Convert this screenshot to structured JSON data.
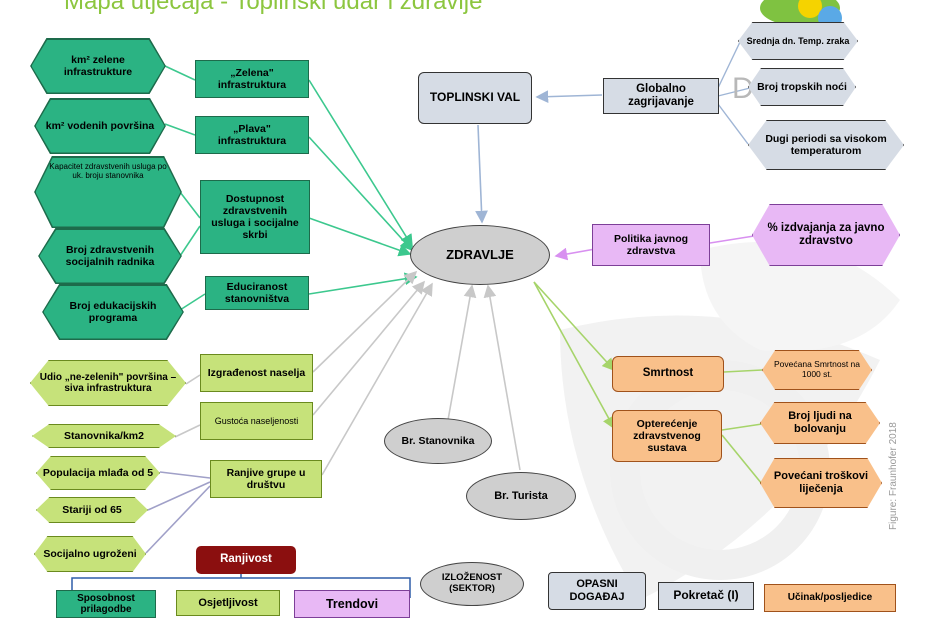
{
  "title": "Mapa utjecaja - Toplinski udar i zdravlje",
  "watermark": "DOOR",
  "credit": "Figure: Fraunhofer 2018",
  "colors": {
    "dark_green": "#2bb383",
    "light_green": "#c6e27a",
    "gray": "#d6dce5",
    "pink": "#e8b8f5",
    "orange": "#f9c08a",
    "title_green": "#8cc63f",
    "arrow_green": "#3cc88e",
    "arrow_gray": "#c8c8c8"
  },
  "center": {
    "zdravlje": "ZDRAVLJE",
    "toplinski_val": "TOPLINSKI VAL"
  },
  "hazard": {
    "globalno": "Globalno zagrijavanje",
    "srednja_temp": "Srednja dn. Temp. zraka",
    "broj_tropskih": "Broj tropskih noći",
    "dugi_periodi": "Dugi periodi sa visokom temperaturom"
  },
  "left_indicators": {
    "km2_zelene": "km² zelene infrastrukture",
    "km2_vodenih": "km² vodenih površina",
    "kapacitet": "Kapacitet zdravstvenih usluga po uk. broju stanovnika",
    "broj_radnika": "Broj zdravstvenih socijalnih radnika",
    "broj_programa": "Broj edukacijskih programa"
  },
  "left_factors": {
    "zelena": "„Zelena\" infrastruktura",
    "plava": "„Plava\" infrastruktura",
    "dostupnost": "Dostupnost zdravstvenih usluga i socijalne skrbi",
    "educiranost": "Educiranost stanovništva"
  },
  "sensitivity": {
    "udio": "Udio „ne-zelenih\" površina – siva infrastruktura",
    "izgradjenost": "Izgrađenost naselja",
    "gustoca": "Gustoća naseljenosti",
    "stanovnika_km2": "Stanovnika/km2",
    "ranjive": "Ranjive grupe u društvu",
    "mladi": "Populacija mlađa od 5",
    "stariji": "Stariji od 65",
    "socijalno": "Socijalno ugroženi"
  },
  "exposure": {
    "br_stanovnika": "Br. Stanovnika",
    "br_turista": "Br. Turista"
  },
  "policy": {
    "politika": "Politika javnog zdravstva",
    "izdvajanja": "% izdvajanja za javno zdravstvo"
  },
  "impacts": {
    "smrtnost": "Smrtnost",
    "povecana_smrtnost": "Povećana Smrtnost na 1000 st.",
    "opterecenje": "Opterećenje zdravstvenog sustava",
    "bolovanje": "Broj ljudi na bolovanju",
    "troskovi": "Povećani troškovi liječenja"
  },
  "legend": {
    "ranjivost": "Ranjivost",
    "sposobnost": "Sposobnost prilagodbe",
    "osjetljivost": "Osjetljivost",
    "trendovi": "Trendovi",
    "izlozenost": "IZLOŽENOST (SEKTOR)",
    "opasni": "OPASNI DOGAĐAJ",
    "pokretac": "Pokretač (I)",
    "ucinak": "Učinak/posljedice"
  }
}
